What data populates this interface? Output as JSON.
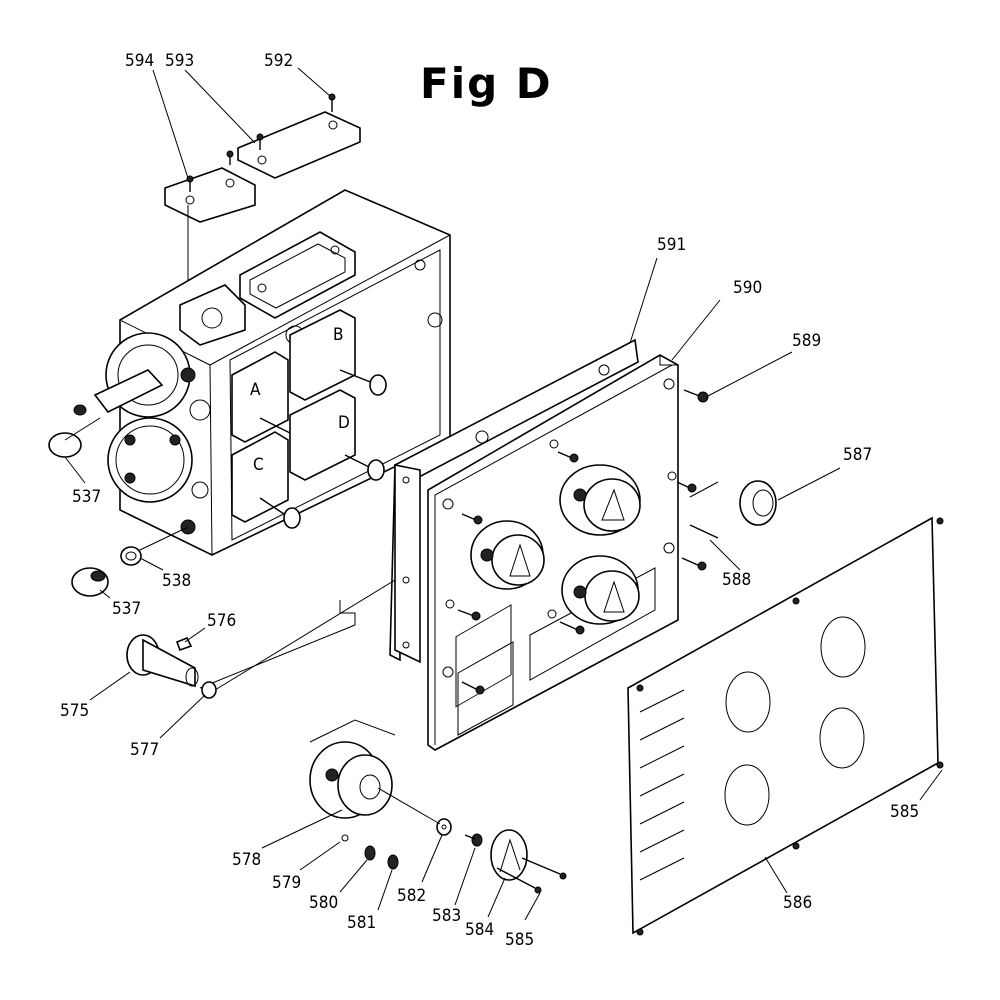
{
  "title": "Fig D",
  "part_labels": {
    "p594": "594",
    "p593": "593",
    "p592": "592",
    "p591": "591",
    "p590": "590",
    "p589": "589",
    "p587": "587",
    "p588": "588",
    "p537a": "537",
    "p538": "538",
    "p537b": "537",
    "p576": "576",
    "p575": "575",
    "p577": "577",
    "p578": "578",
    "p579": "579",
    "p580": "580",
    "p581": "581",
    "p582": "582",
    "p583": "583",
    "p584": "584",
    "p585a": "585",
    "p585b": "585",
    "p586": "586"
  },
  "gear_letters": {
    "a": "A",
    "b": "B",
    "c": "C",
    "d": "D"
  }
}
